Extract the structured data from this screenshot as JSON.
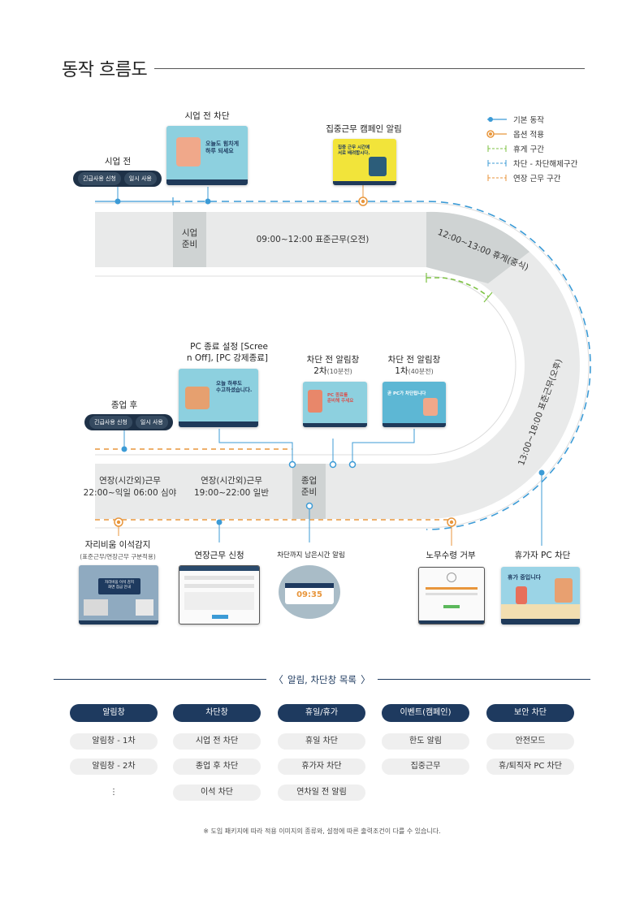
{
  "page_title": "동작 흐름도",
  "legend": [
    {
      "label": "기본 동작",
      "type": "basic",
      "color": "#3c9bd6"
    },
    {
      "label": "옵션 적용",
      "type": "option",
      "color": "#e8963c"
    },
    {
      "label": "휴게 구간",
      "type": "rest",
      "color": "#7dc243"
    },
    {
      "label": "차단 - 차단해제구간",
      "type": "block",
      "color": "#3c9bd6"
    },
    {
      "label": "연장 근무 구간",
      "type": "ext",
      "color": "#e8963c"
    }
  ],
  "top_stages": {
    "before_work": {
      "label": "시업 전",
      "buttons": [
        "긴급사용 신청",
        "일시 사용"
      ]
    },
    "pre_block": {
      "label": "시업 전 차단",
      "thumb_text": "오늘도 힘차게\n하루 되세요"
    },
    "focus_alert": {
      "label": "집중근무 캠페인 알림",
      "thumb_text": "집중 근무 시간에\n서로 배려합시다."
    }
  },
  "track": {
    "prep_start": "시업\n준비",
    "morning": "09:00~12:00 표준근무(오전)",
    "lunch": "12:00~13:00 휴게(중식)",
    "afternoon": "13:00~18:00 표준근무(오후)",
    "prep_end": "종업\n준비",
    "overtime1": "연장(시간외)근무\n19:00~22:00 일반",
    "overtime2": "연장(시간외)근무\n22:00~익일 06:00 심야"
  },
  "middle_stages": {
    "after_work": {
      "label": "종업 후",
      "buttons": [
        "긴급사용 신청",
        "일시 사용"
      ]
    },
    "pc_end": {
      "label": "PC 종료 설정 [Scree\nn Off], [PC 강제종료]",
      "thumb_text": "오늘 하루도\n수고하셨습니다."
    },
    "alert2": {
      "label": "차단 전 알림창\n2차",
      "sub": "(10분전)",
      "thumb_text": "PC 종료를\n준비해 주세요"
    },
    "alert1": {
      "label": "차단 전 알림창\n1차",
      "sub": "(40분전)",
      "thumb_text": "곧 PC가 차단됩니다"
    }
  },
  "bottom_stages": {
    "away": {
      "label": "자리비움 이석감지",
      "sub": "(표준근무/연장근무  구분적용)",
      "thumb_text": "자리비움 이석 감지\n화면 잠금 안내"
    },
    "overtime_req": {
      "label": "연장근무 신청"
    },
    "remaining": {
      "label": "차단까지 남은시간 알림",
      "time": "09:35"
    },
    "refuse": {
      "label": "노무수령 거부"
    },
    "vacation": {
      "label": "휴가자 PC 차단",
      "thumb_text": "휴가 중입니다"
    }
  },
  "list_section": {
    "title": "알림, 차단창 목록",
    "columns": [
      {
        "header": "알림창",
        "items": [
          "알림창 - 1차",
          "알림창 - 2차",
          "⋮"
        ]
      },
      {
        "header": "차단창",
        "items": [
          "시업 전 차단",
          "종업 후 차단",
          "이석 차단"
        ]
      },
      {
        "header": "휴일/휴가",
        "items": [
          "휴일 차단",
          "휴가자 차단",
          "연차일 전 알림"
        ]
      },
      {
        "header": "이벤트(캠페인)",
        "items": [
          "한도 알림",
          "집중근무"
        ]
      },
      {
        "header": "보안 차단",
        "items": [
          "안전모드",
          "휴/퇴직자 PC 차단"
        ]
      }
    ]
  },
  "footnote": "※ 도입 패키지에 따라 적용 이미지의 종류와, 설정에 따른 출력조건이 다를 수 있습니다.",
  "colors": {
    "navy": "#1e3a5f",
    "blue": "#3c9bd6",
    "orange": "#e8963c",
    "green": "#7dc243",
    "track": "#e9eaea",
    "prep": "#cfd3d3"
  }
}
